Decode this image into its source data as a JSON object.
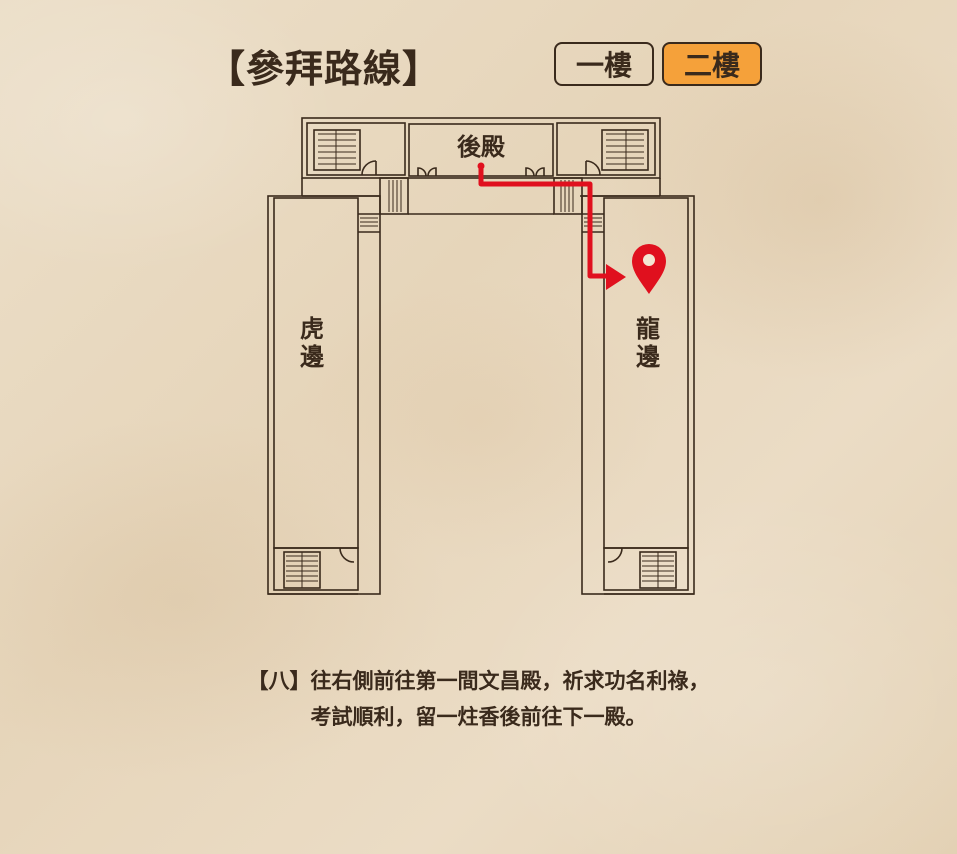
{
  "header": {
    "title": "【參拜路線】"
  },
  "floor_tabs": [
    {
      "label": "一樓",
      "active": false
    },
    {
      "label": "二樓",
      "active": true
    }
  ],
  "map": {
    "rear_hall_label": "後殿",
    "tiger_side_label": [
      "虎",
      "邊"
    ],
    "dragon_side_label": [
      "龍",
      "邊"
    ]
  },
  "instruction": {
    "line1": "【八】往右側前往第一間文昌殿，祈求功名利祿，",
    "line2": "考試順利，留一炷香後前往下一殿。"
  },
  "colors": {
    "route": "#e0101e",
    "active_tab": "#f5a13a",
    "ink": "#3a2a1c"
  }
}
